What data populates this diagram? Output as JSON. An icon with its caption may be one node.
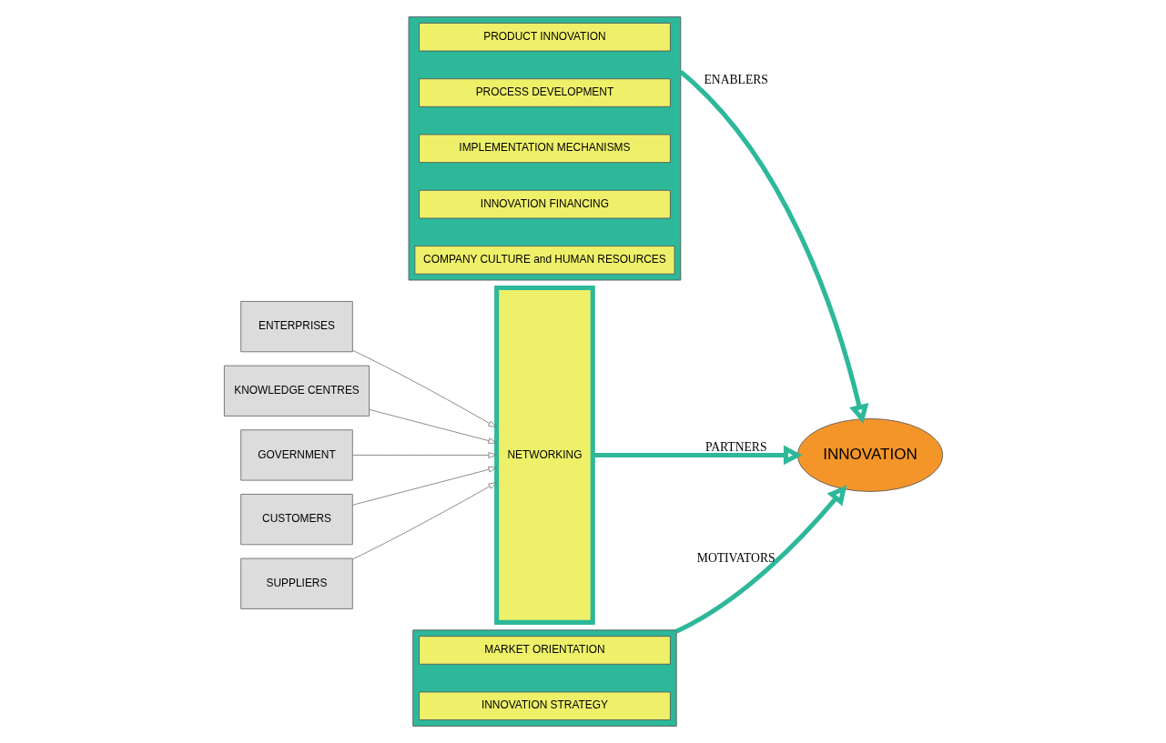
{
  "diagram": {
    "nodes": [
      {
        "text": [],
        "shape": "box"
      },
      {
        "text": [
          "COMPANY CULTURE and HUMAN RESOURCES"
        ],
        "in": 0
      },
      {
        "text": [
          "INNOVATION FINANCING"
        ],
        "in": 0
      },
      {
        "text": [
          "IMPLEMENTATION MECHANISMS"
        ],
        "in": 0
      },
      {
        "text": [
          "PROCESS DEVELOPMENT"
        ],
        "in": 0
      },
      {
        "text": [
          "PRODUCT INNOVATION"
        ],
        "in": 0
      },
      {
        "text": [
          "ENTERPRISES"
        ]
      },
      {
        "text": [
          "KNOWLEDGE CENTRES"
        ]
      },
      {
        "text": [
          "GOVERNMENT"
        ]
      },
      {
        "text": [
          "CUSTOMERS"
        ]
      },
      {
        "text": [
          "SUPPLIERS"
        ]
      },
      {
        "text": [
          "NETWORKING"
        ]
      },
      {
        "text": [
          "INNOVATION"
        ]
      },
      {
        "text": [],
        "shape": "box"
      },
      {
        "text": [
          "INNOVATION STRATEGY"
        ],
        "in": 13
      },
      {
        "text": [
          "MARKET ORIENTATION"
        ],
        "in": 13
      }
    ],
    "edges": [
      {
        "from": 6,
        "to": 11,
        "arrow": "to"
      },
      {
        "from": 7,
        "to": 11,
        "arrow": "to"
      },
      {
        "from": 8,
        "to": 11,
        "arrow": "to"
      },
      {
        "from": 9,
        "to": 11,
        "arrow": "to"
      },
      {
        "from": 10,
        "to": 11,
        "arrow": "to"
      },
      {
        "from": 11,
        "to": 12,
        "arrow": "to",
        "label": "PARTNERS",
        "style": "thick",
        "color": "#2db89a"
      },
      {
        "from": 0,
        "to": 12,
        "arrow": "to",
        "label": "ENABLERS",
        "style": "thick",
        "color": "#2db89a"
      },
      {
        "from": 13,
        "to": 12,
        "arrow": "to",
        "label": "MOTIVATORS",
        "style": "thick",
        "color": "#2db89a"
      }
    ]
  }
}
